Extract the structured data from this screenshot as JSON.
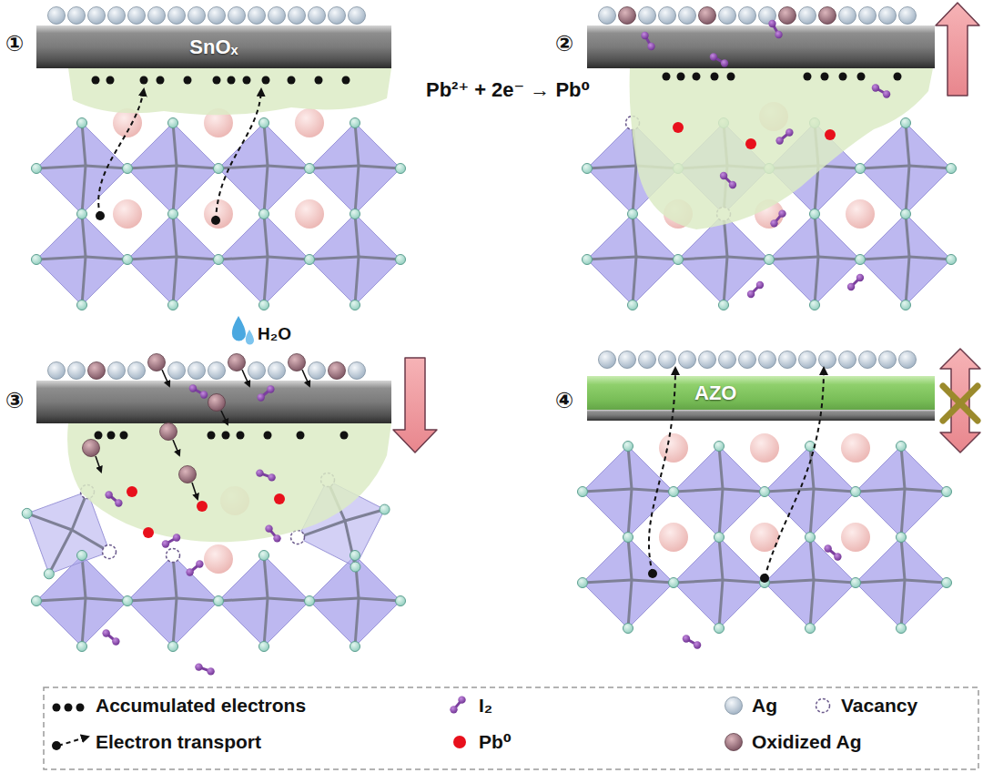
{
  "diagram": {
    "nodes": [
      {
        "text": [
          "SnOₓ"
        ]
      },
      {
        "text": [
          "AZO"
        ]
      }
    ],
    "labels": [
      "①",
      "②",
      "Pb²⁺ + 2e⁻ → Pb⁰",
      "H₂O",
      "③",
      "④"
    ],
    "legend": [
      {
        "text": "Accumulated electrons"
      },
      {
        "text": "I₂"
      },
      {
        "text": "Ag"
      },
      {
        "text": "Vacancy"
      },
      {
        "text": "Electron transport"
      },
      {
        "text": "Pb⁰",
        "color": "#e8101c"
      },
      {
        "text": "Oxidized Ag"
      }
    ]
  }
}
